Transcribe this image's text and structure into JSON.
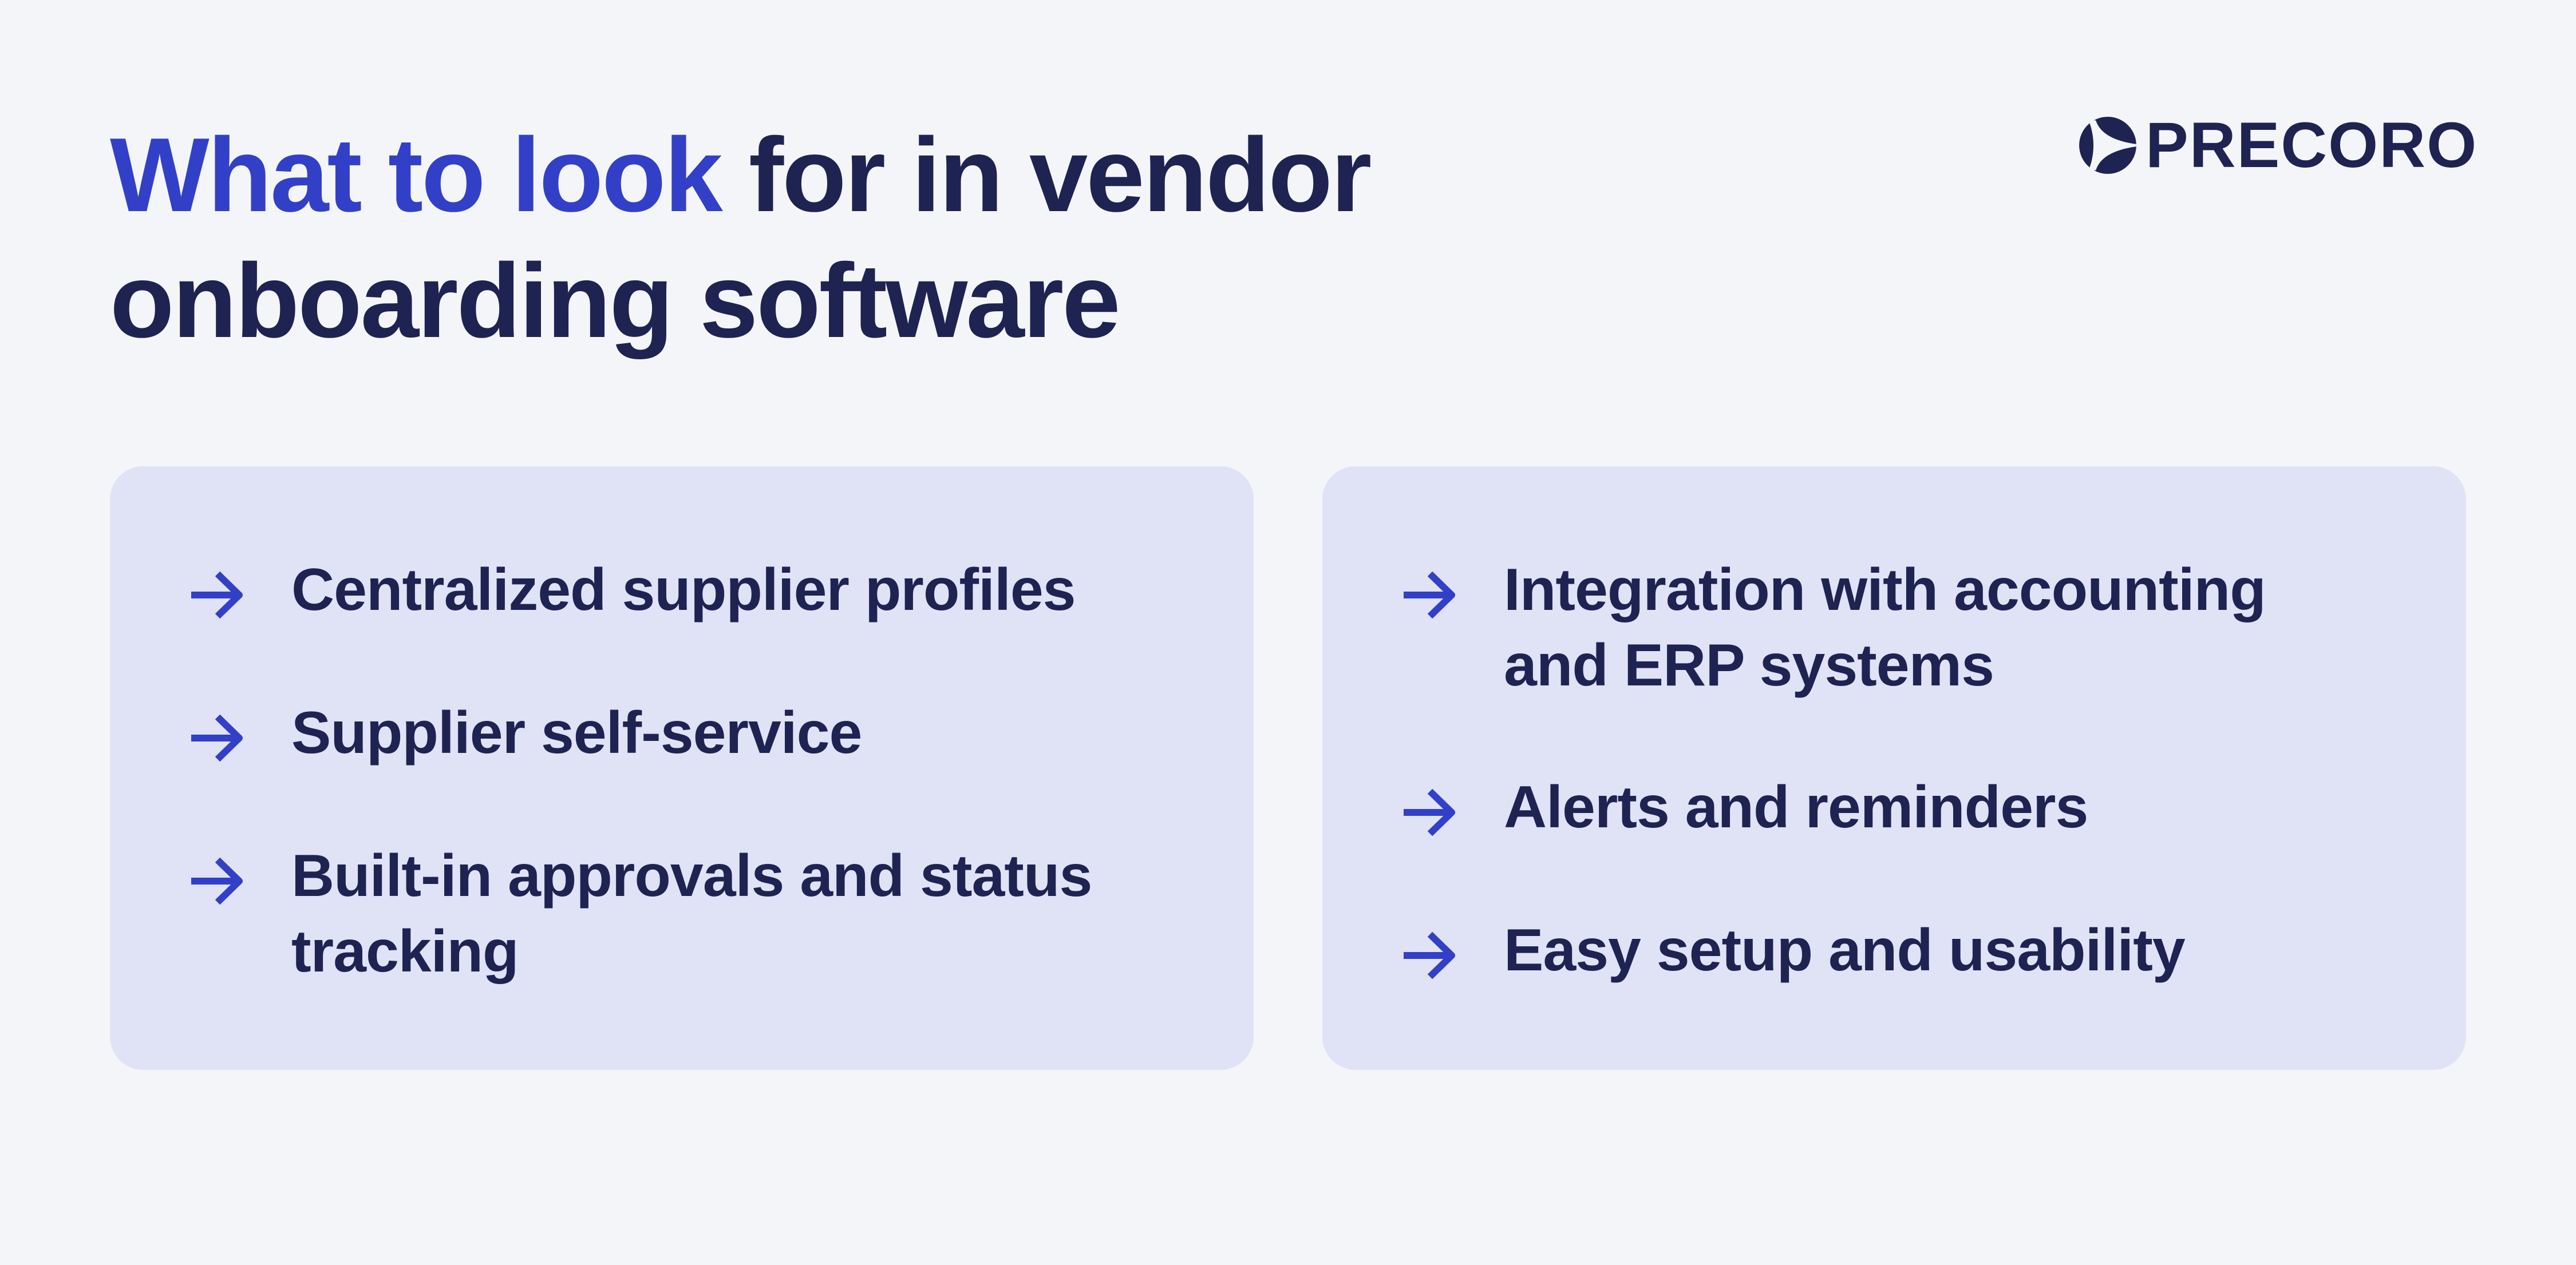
{
  "header": {
    "title_accent": "What to look",
    "title_rest": " for in vendor onboarding software",
    "logo": {
      "icon": "precoro-logo-icon",
      "text": "PRECORO"
    }
  },
  "colors": {
    "background": "#F4F5F8",
    "card": "#E0E2F6",
    "accent": "#3240C8",
    "text": "#1E2352"
  },
  "cards": [
    {
      "items": [
        {
          "icon": "arrow-right-icon",
          "label": "Centralized supplier profiles"
        },
        {
          "icon": "arrow-right-icon",
          "label": "Supplier self-service"
        },
        {
          "icon": "arrow-right-icon",
          "label": "Built-in approvals and status tracking"
        }
      ]
    },
    {
      "items": [
        {
          "icon": "arrow-right-icon",
          "label": "Integration with accounting and ERP systems"
        },
        {
          "icon": "arrow-right-icon",
          "label": "Alerts and reminders"
        },
        {
          "icon": "arrow-right-icon",
          "label": "Easy setup and usability"
        }
      ]
    }
  ]
}
